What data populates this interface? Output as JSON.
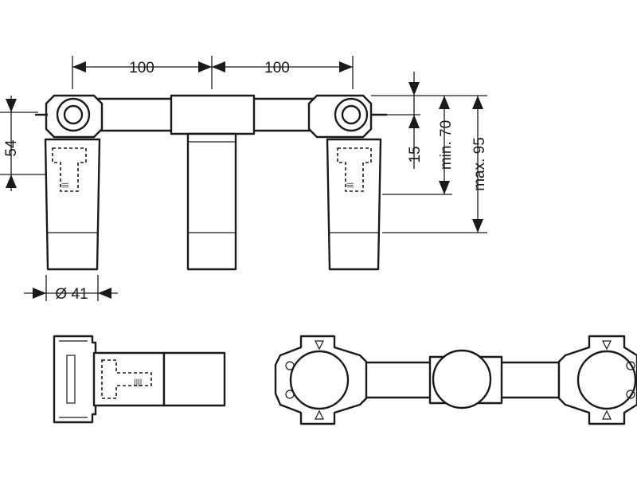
{
  "dimensions": {
    "spacing_left": "100",
    "spacing_right": "100",
    "height_54": "54",
    "offset_15": "15",
    "min_70": "min. 70",
    "max_95": "max. 95",
    "diameter_41": "Ø 41"
  },
  "colors": {
    "line": "#1a1a1a",
    "background": "#ffffff"
  }
}
